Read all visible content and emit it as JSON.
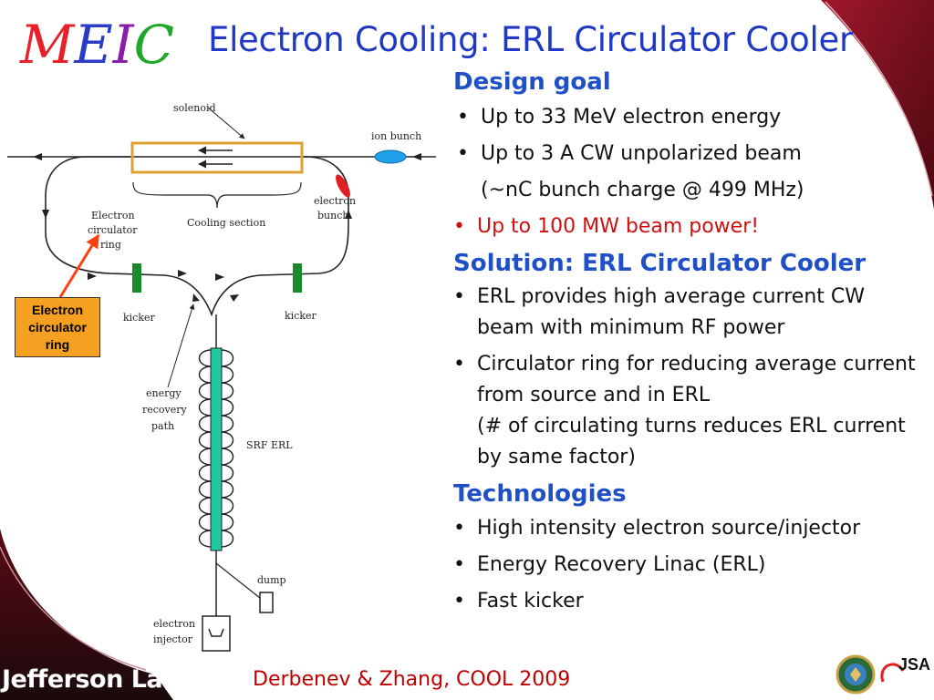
{
  "slide": {
    "logo_text": [
      "M",
      "E",
      "I",
      "C"
    ],
    "logo_colors": [
      "#e8202a",
      "#2a3bc8",
      "#8a1ea8",
      "#1ea82a"
    ],
    "title": "Electron Cooling: ERL Circulator Cooler",
    "title_color": "#1f39c4",
    "heading_color": "#1f50c8",
    "highlight_color": "#d01010",
    "background_accent": "#7a0f1a",
    "sections": [
      {
        "heading": "Design goal",
        "bullets": [
          {
            "text": "Up to 33 MeV electron energy"
          },
          {
            "text": "Up to 3 A CW unpolarized beam"
          },
          {
            "text": "(~nC bunch charge @ 499 MHz)"
          },
          {
            "text": "Up to 100 MW beam power!"
          }
        ]
      },
      {
        "heading": "Solution: ERL Circulator Cooler",
        "bullets": [
          {
            "text": "ERL provides high average current CW beam with minimum RF power"
          },
          {
            "text": "Circulator ring for reducing average current from source and in ERL"
          },
          {
            "text": "(# of circulating turns reduces ERL current by same factor)"
          }
        ]
      },
      {
        "heading": "Technologies",
        "bullets": [
          {
            "text": "High intensity electron source/injector"
          },
          {
            "text": "Energy Recovery Linac (ERL)"
          },
          {
            "text": "Fast kicker"
          }
        ]
      }
    ],
    "citation": "Derbenev & Zhang, COOL 2009",
    "footer_logo_text": "Jefferson Lab",
    "corner_logo_text": "JSA"
  },
  "diagram": {
    "labels": {
      "solenoid": "solenoid",
      "ion_bunch": "ion bunch",
      "electron_circulator_ring": [
        "Electron",
        "circulator",
        "ring"
      ],
      "cooling_section": "Cooling section",
      "electron_bunch": [
        "electron",
        "bunch"
      ],
      "kicker_left": "kicker",
      "kicker_right": "kicker",
      "energy_recovery_path": [
        "energy",
        "recovery",
        "path"
      ],
      "srf_erl": "SRF ERL",
      "dump": "dump",
      "electron_injector": [
        "electron",
        "injector"
      ]
    },
    "callout": [
      "Electron",
      "circulator",
      "ring"
    ],
    "colors": {
      "solenoid_box": "#e0a030",
      "ion_bunch": "#20a0e8",
      "electron_bunch": "#e02020",
      "kicker": "#1a8a2a",
      "linac": "#20c8a0",
      "callout_fill": "#f5a020",
      "callout_arrow": "#ff4010"
    }
  }
}
